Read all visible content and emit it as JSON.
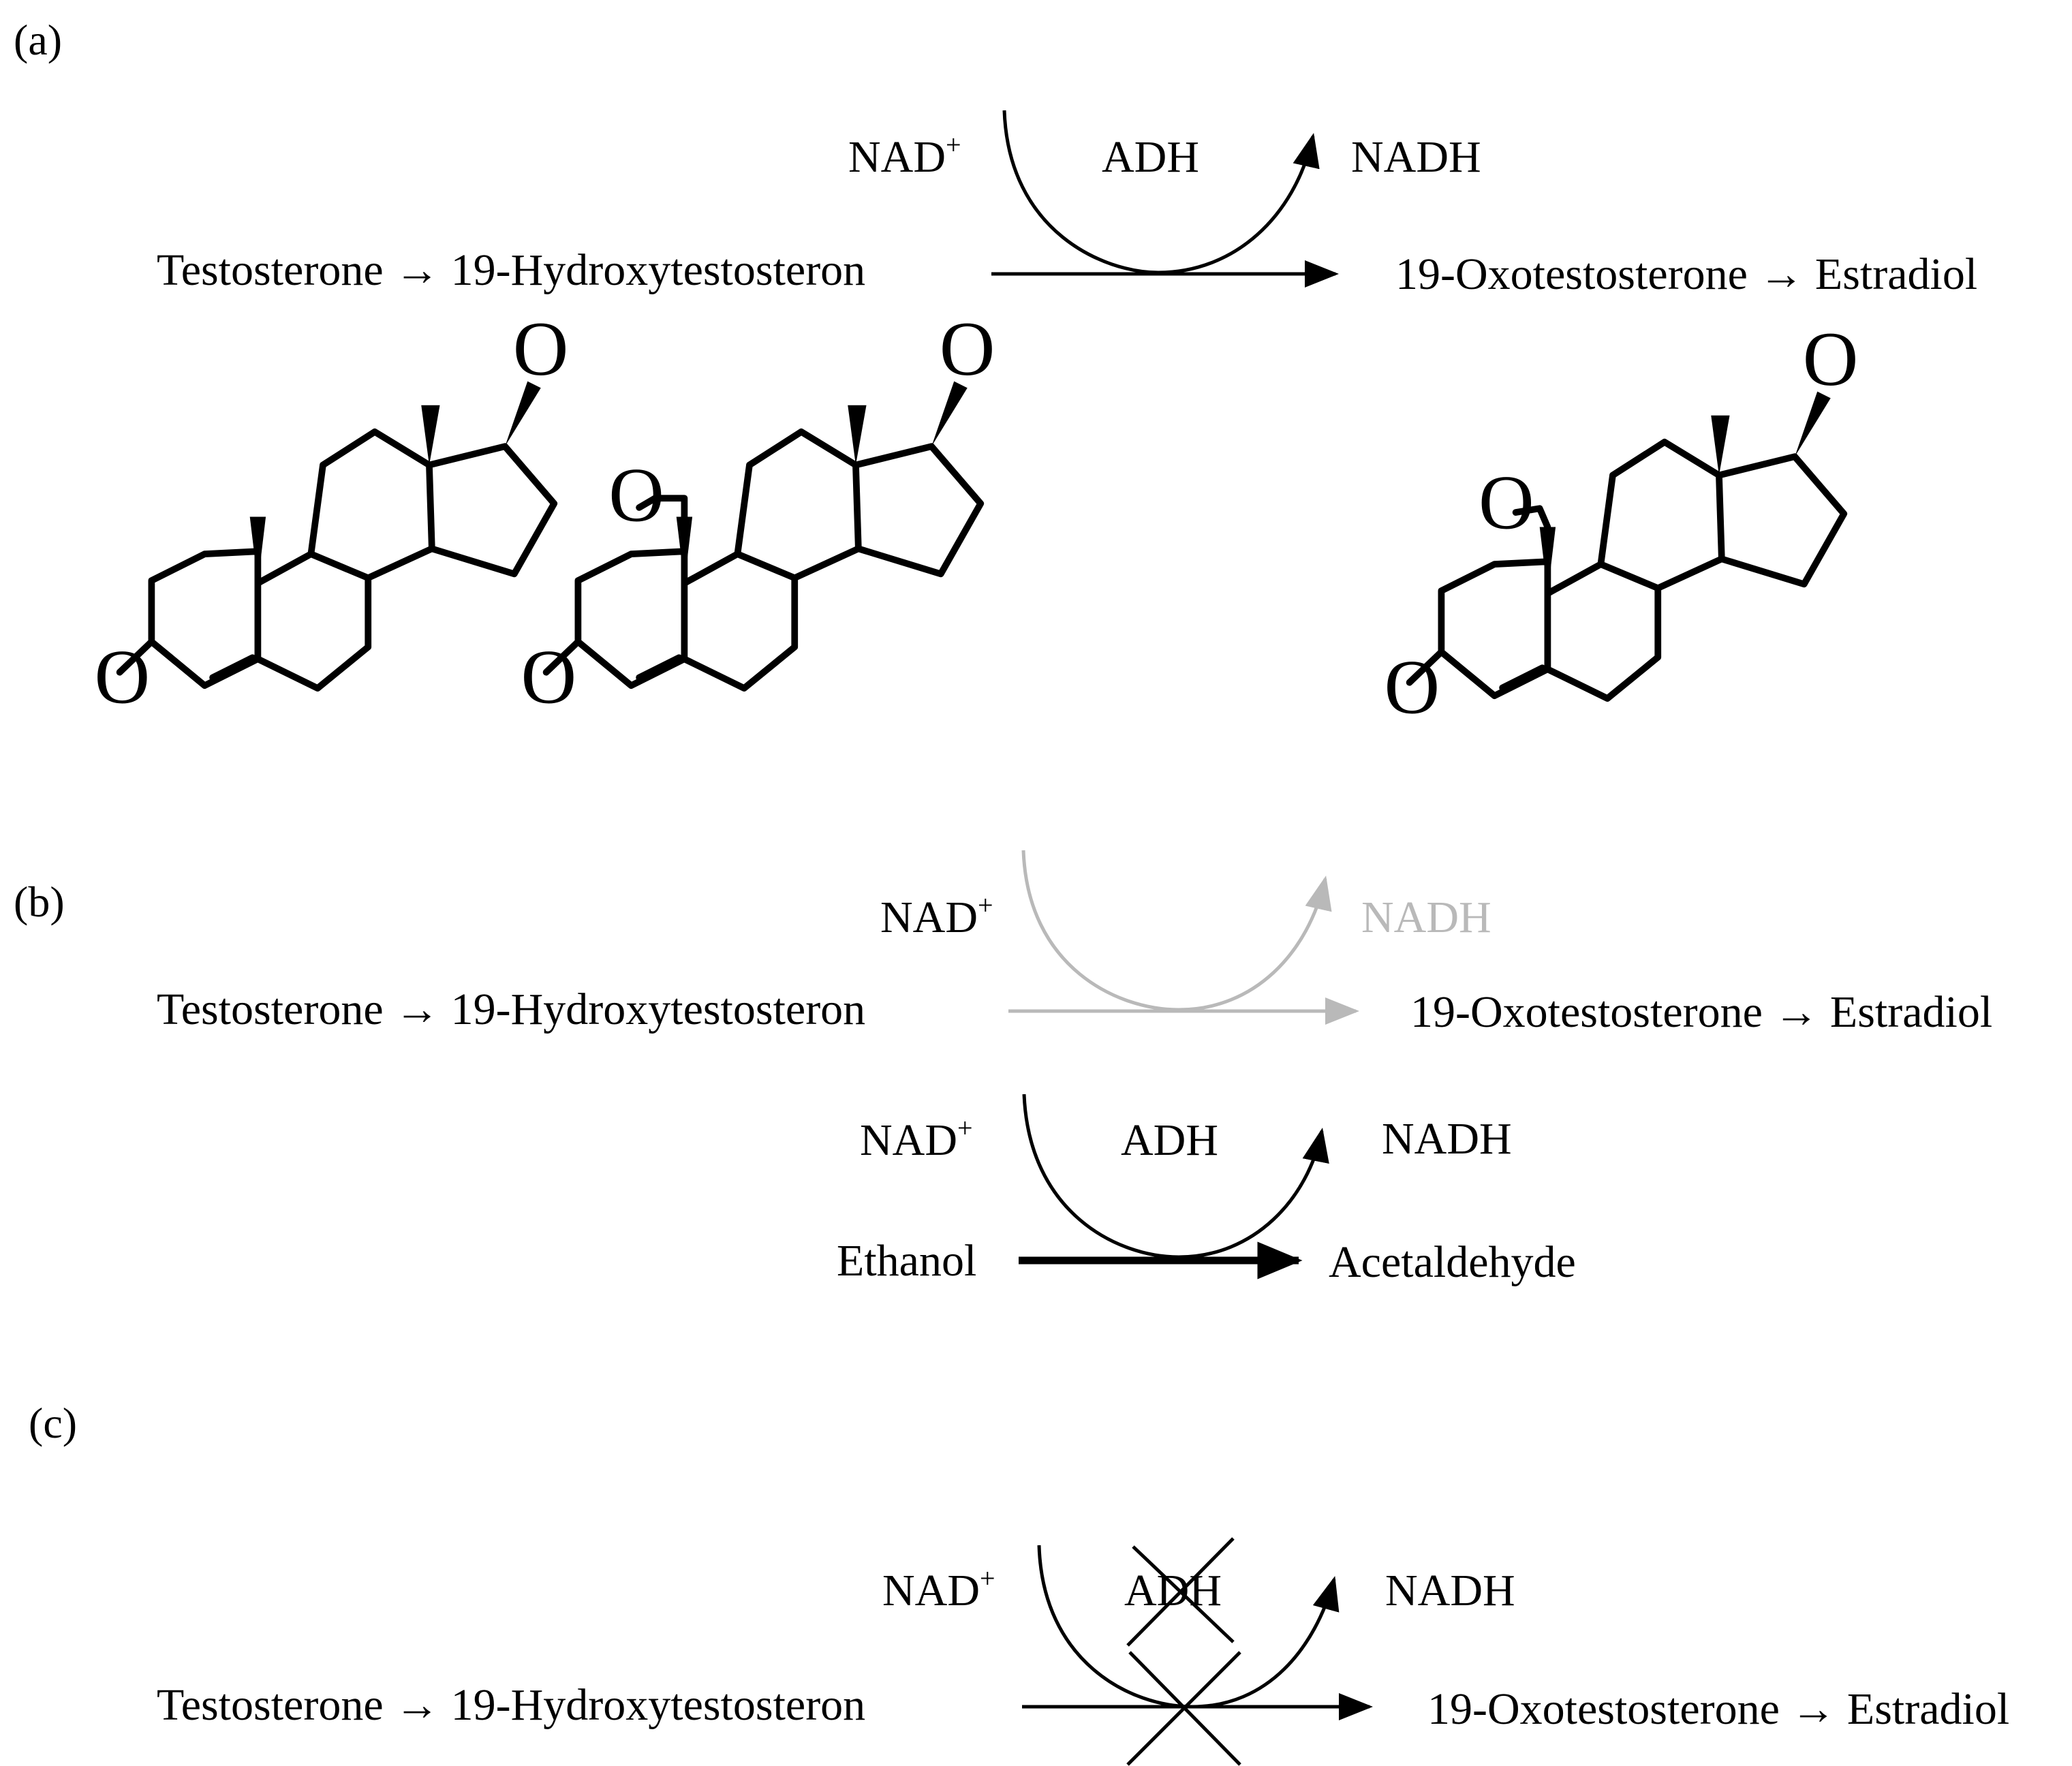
{
  "panel_labels": {
    "a": "(a)",
    "b": "(b)",
    "c": "(c)"
  },
  "panel_a": {
    "cofactor_in": "NAD",
    "cofactor_in_sup": "+",
    "enzyme": "ADH",
    "cofactor_out": "NADH",
    "substrate": "Testosterone → 19-Hydroxytestosteron",
    "product": "19-Oxotestosterone → Estradiol",
    "atom_labels": {
      "oxygen": "O"
    }
  },
  "panel_b": {
    "inhibited_reaction": {
      "cofactor_in": "NAD",
      "cofactor_in_sup": "+",
      "cofactor_out": "NADH",
      "substrate": "Testosterone → 19-Hydroxytestosteron",
      "product": "19-Oxotestosterone → Estradiol"
    },
    "ethanol_reaction": {
      "cofactor_in": "NAD",
      "cofactor_in_sup": "+",
      "enzyme": "ADH",
      "cofactor_out": "NADH",
      "substrate": "Ethanol",
      "product": "Acetaldehyde"
    }
  },
  "panel_c": {
    "cofactor_in": "NAD",
    "cofactor_in_sup": "+",
    "enzyme": "ADH",
    "cofactor_out": "NADH",
    "substrate": "Testosterone → 19-Hydroxytestosteron",
    "product": "19-Oxotestosterone → Estradiol"
  },
  "colors": {
    "ink": "#000000",
    "faded": "#b9b9b9"
  }
}
